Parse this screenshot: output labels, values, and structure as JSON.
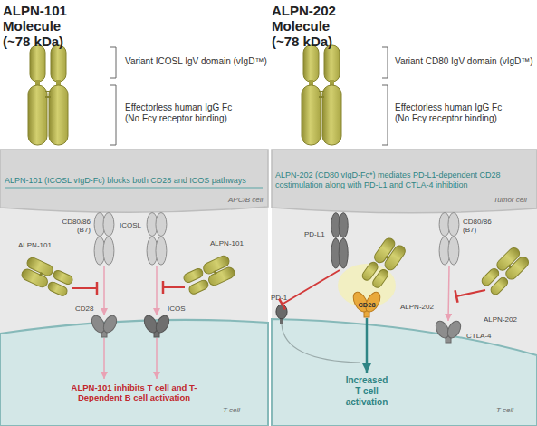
{
  "diagram": {
    "nodes": [
      {
        "text": [
          "CD80/86 (B7)"
        ]
      },
      {
        "text": [
          "ICOSL"
        ]
      },
      {
        "text": [
          "ALPN-101"
        ]
      },
      {
        "text": [
          "ALPN-101"
        ]
      },
      {
        "text": [
          "CD28"
        ]
      },
      {
        "text": [
          "ICOS"
        ]
      },
      {
        "text": [
          "PD-L1"
        ]
      },
      {
        "text": [
          "CD80/86 (B7)"
        ]
      },
      {
        "text": [
          "ALPN-202"
        ]
      },
      {
        "text": [
          "ALPN-202"
        ]
      },
      {
        "text": [
          "PD-1"
        ]
      },
      {
        "text": [
          "CD28"
        ]
      },
      {
        "text": [
          "CTLA-4"
        ]
      }
    ],
    "edges": [
      {
        "from": 0,
        "to": 4,
        "arrow": "to"
      },
      {
        "from": 1,
        "to": 5,
        "arrow": "to"
      },
      {
        "from": 6,
        "to": 10,
        "arrow": "to"
      },
      {
        "from": 7,
        "to": 12,
        "arrow": "to"
      }
    ],
    "labels": [
      "ALPN-101 Molecule (~78 kDa)",
      "Variant ICOSL IgV domain (vIgD™)",
      "Effectorless human IgG Fc (No Fcγ receptor binding)",
      "ALPN-202 Molecule (~78 kDa)",
      "Variant CD80 IgV domain (vIgD™)",
      "Effectorless human IgG Fc (No Fcγ receptor binding)",
      "ALPN-101 (ICOSL vIgD-Fc) blocks both CD28 and ICOS pathways",
      "APC/B cell",
      "ALPN-101 inhibits T cell and T-Dependent B cell activation",
      "T cell",
      "ALPN-202 (CD80 vIgD-Fc*) mediates PD-L1-dependent CD28 costimulation along with PD-L1 and CTLA-4 inhibition",
      "Tumor cell",
      "Increased T cell activation",
      "T cell"
    ]
  }
}
